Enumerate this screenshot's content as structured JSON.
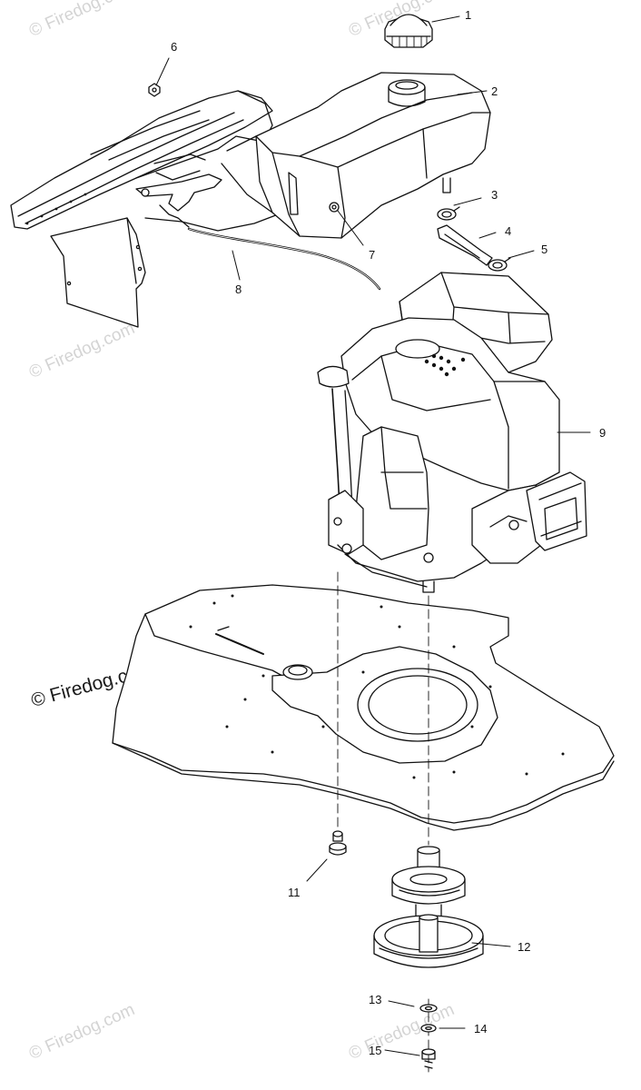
{
  "watermark": {
    "text": "© Firedog.com",
    "faint_color": "#d4d4d4",
    "main_color": "#1a1a1a"
  },
  "callouts": [
    {
      "id": "1",
      "label": "1"
    },
    {
      "id": "2",
      "label": "2"
    },
    {
      "id": "3",
      "label": "3"
    },
    {
      "id": "4",
      "label": "4"
    },
    {
      "id": "5",
      "label": "5"
    },
    {
      "id": "6",
      "label": "6"
    },
    {
      "id": "7",
      "label": "7"
    },
    {
      "id": "8",
      "label": "8"
    },
    {
      "id": "9",
      "label": "9"
    },
    {
      "id": "11",
      "label": "11"
    },
    {
      "id": "12",
      "label": "12"
    },
    {
      "id": "13",
      "label": "13"
    },
    {
      "id": "14",
      "label": "14"
    },
    {
      "id": "15",
      "label": "15"
    }
  ],
  "parts": {
    "fuel_cap": "fuel-cap",
    "fuel_tank": "fuel-tank",
    "hose_clamp_upper": "hose-clamp",
    "fuel_hose": "fuel-hose",
    "hose_clamp_lower": "hose-clamp",
    "bolt": "bolt",
    "tank_fitting": "tank-fitting",
    "throttle_cable": "throttle-cable",
    "engine": "engine",
    "engine_bolt": "engine-bolt",
    "pulley": "pulley",
    "washer": "washer",
    "lock_washer": "lock-washer",
    "screw": "screw"
  }
}
